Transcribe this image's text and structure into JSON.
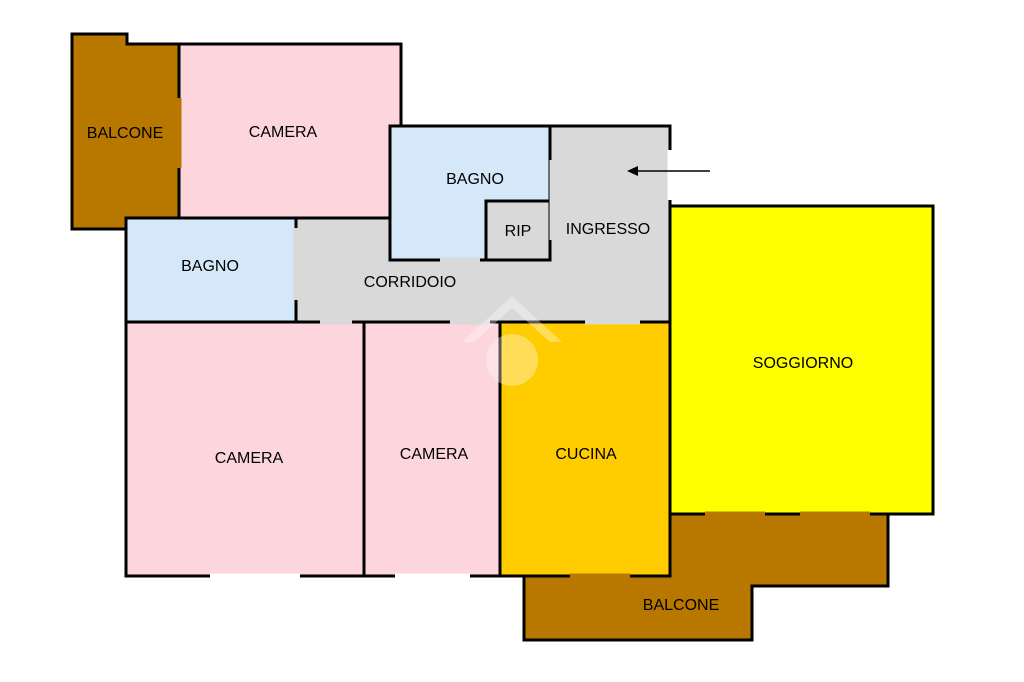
{
  "colors": {
    "balcony": "#B87800",
    "bedroom": "#FDD5DD",
    "bathroom": "#D5E8FA",
    "corridor": "#D9D9D9",
    "kitchen": "#FFCC00",
    "living": "#FFFF00",
    "wall": "#000000"
  },
  "rooms": {
    "balcone_top": "BALCONE",
    "camera_top": "CAMERA",
    "bagno_upper": "BAGNO",
    "rip": "RIP",
    "ingresso": "INGRESSO",
    "bagno_left": "BAGNO",
    "corridoio": "CORRIDOIO",
    "soggiorno": "SOGGIORNO",
    "camera_big": "CAMERA",
    "camera_mid": "CAMERA",
    "cucina": "CUCINA",
    "balcone_bottom": "BALCONE"
  },
  "icons": {
    "entrance": "left-arrow-icon",
    "watermark": "house-logo-icon"
  }
}
